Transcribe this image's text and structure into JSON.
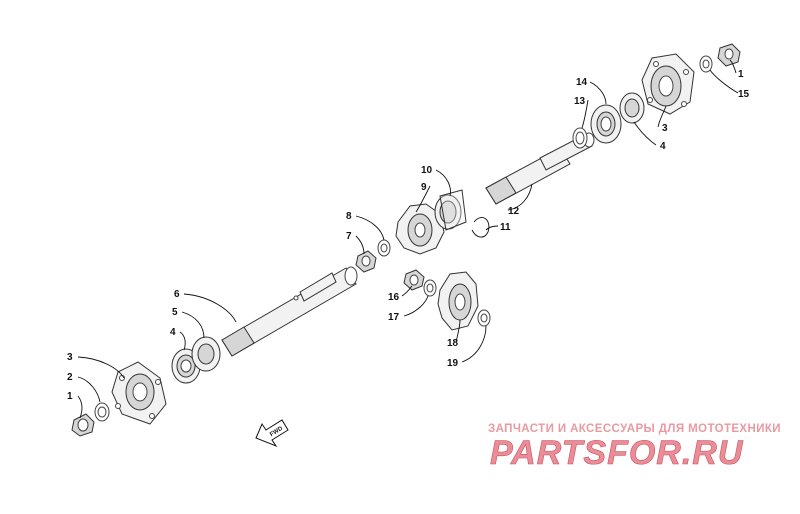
{
  "diagram": {
    "callouts": [
      {
        "id": "c1a",
        "label": "1"
      },
      {
        "id": "c2",
        "label": "2"
      },
      {
        "id": "c3a",
        "label": "3"
      },
      {
        "id": "c4a",
        "label": "4"
      },
      {
        "id": "c5",
        "label": "5"
      },
      {
        "id": "c6",
        "label": "6"
      },
      {
        "id": "c7",
        "label": "7"
      },
      {
        "id": "c8",
        "label": "8"
      },
      {
        "id": "c9",
        "label": "9"
      },
      {
        "id": "c10",
        "label": "10"
      },
      {
        "id": "c11",
        "label": "11"
      },
      {
        "id": "c12",
        "label": "12"
      },
      {
        "id": "c13",
        "label": "13"
      },
      {
        "id": "c14",
        "label": "14"
      },
      {
        "id": "c3b",
        "label": "3"
      },
      {
        "id": "c4b",
        "label": "4"
      },
      {
        "id": "c1b",
        "label": "1"
      },
      {
        "id": "c15",
        "label": "15"
      },
      {
        "id": "c16",
        "label": "16"
      },
      {
        "id": "c17",
        "label": "17"
      },
      {
        "id": "c18",
        "label": "18"
      },
      {
        "id": "c19",
        "label": "19"
      }
    ],
    "direction_arrow": {
      "label": "FWD"
    }
  },
  "watermark": {
    "caption": "ЗАПЧАСТИ И АКСЕССУАРЫ ДЛЯ МОТОТЕХНИКИ",
    "logo": "PARTSFOR.RU",
    "color": "#e8929b"
  }
}
